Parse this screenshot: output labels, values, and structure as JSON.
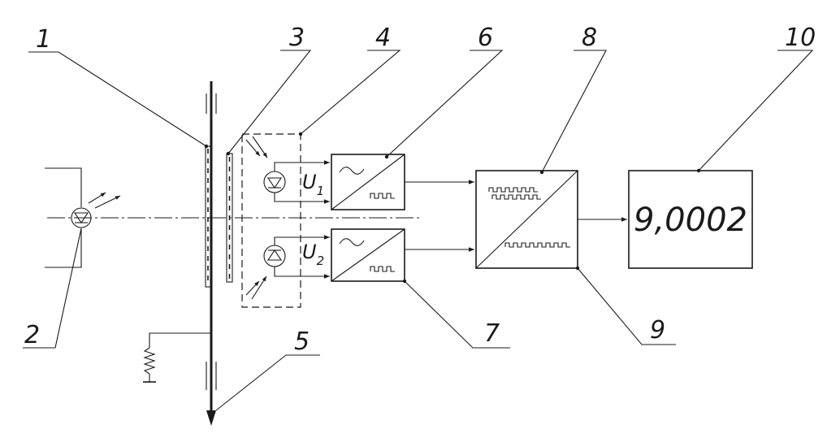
{
  "labels": {
    "l1": "1",
    "l2": "2",
    "l3": "3",
    "l4": "4",
    "l5": "5",
    "l6": "6",
    "l7": "7",
    "l8": "8",
    "l9": "9",
    "l10": "10"
  },
  "signals": {
    "u1_letter": "U",
    "u1_sub": "1",
    "u2_letter": "U",
    "u2_sub": "2"
  },
  "display": {
    "reading": "9,0002"
  },
  "colors": {
    "ink": "#1a1a1a",
    "background": "#ffffff"
  }
}
